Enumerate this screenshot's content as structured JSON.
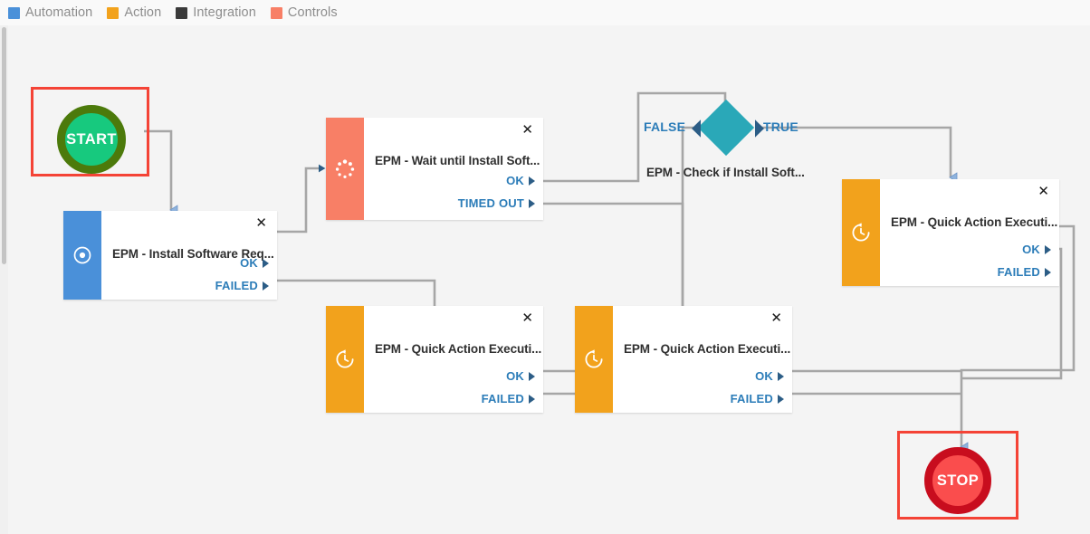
{
  "legend": {
    "items": [
      {
        "label": "Automation",
        "color": "#4a90d9",
        "icon": "square-swatch"
      },
      {
        "label": "Action",
        "color": "#f2a21c",
        "icon": "square-swatch"
      },
      {
        "label": "Integration",
        "color": "#3a3a3a",
        "icon": "square-swatch"
      },
      {
        "label": "Controls",
        "color": "#f87f66",
        "icon": "square-swatch"
      }
    ]
  },
  "terminals": {
    "start": {
      "label": "START",
      "fill": "#17c97e",
      "ring": "#4c7a0b",
      "selection": "#f44336"
    },
    "stop": {
      "label": "STOP",
      "fill": "#fa4d4d",
      "ring": "#c80d1e",
      "selection": "#f44336"
    }
  },
  "decision": {
    "title": "EPM - Check if Install Soft...",
    "color": "#2aa8b8",
    "false_label": "FALSE",
    "true_label": "TRUE"
  },
  "nodes": [
    {
      "id": "install",
      "title": "EPM - Install Software Req...",
      "category": "Automation",
      "bar_color": "#4a90d9",
      "icon": "target-dot-icon",
      "close_label": "✕",
      "ports": [
        {
          "label": "OK"
        },
        {
          "label": "FAILED"
        }
      ]
    },
    {
      "id": "wait",
      "title": "EPM - Wait until Install Soft...",
      "category": "Controls",
      "bar_color": "#f87f66",
      "icon": "spinner-icon",
      "close_label": "✕",
      "ports": [
        {
          "label": "OK"
        },
        {
          "label": "TIMED OUT"
        }
      ]
    },
    {
      "id": "qa-right",
      "title": "EPM - Quick Action Executi...",
      "category": "Action",
      "bar_color": "#f2a21c",
      "icon": "clock-refresh-icon",
      "close_label": "✕",
      "ports": [
        {
          "label": "OK"
        },
        {
          "label": "FAILED"
        }
      ]
    },
    {
      "id": "qa-bottom-left",
      "title": "EPM - Quick Action Executi...",
      "category": "Action",
      "bar_color": "#f2a21c",
      "icon": "clock-refresh-icon",
      "close_label": "✕",
      "ports": [
        {
          "label": "OK"
        },
        {
          "label": "FAILED"
        }
      ]
    },
    {
      "id": "qa-bottom-mid",
      "title": "EPM - Quick Action Executi...",
      "category": "Action",
      "bar_color": "#f2a21c",
      "icon": "clock-refresh-icon",
      "close_label": "✕",
      "ports": [
        {
          "label": "OK"
        },
        {
          "label": "FAILED"
        }
      ]
    }
  ],
  "canvas": {
    "background": "#f4f4f4",
    "edge_color": "#a6a6a6",
    "arrow_color": "#8fb3dd"
  }
}
